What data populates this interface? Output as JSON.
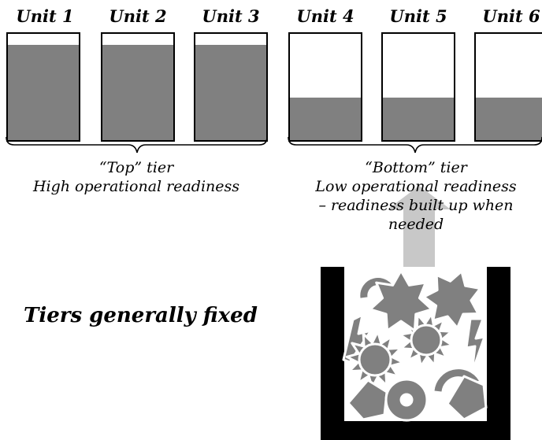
{
  "units": [
    {
      "label": "Unit 1",
      "readiness": 0.9
    },
    {
      "label": "Unit 2",
      "readiness": 0.9
    },
    {
      "label": "Unit 3",
      "readiness": 0.9
    },
    {
      "label": "Unit 4",
      "readiness": 0.4
    },
    {
      "label": "Unit 5",
      "readiness": 0.4
    },
    {
      "label": "Unit 6",
      "readiness": 0.4
    }
  ],
  "tiers": {
    "top": {
      "line1": "“Top” tier",
      "line2": "High operational readiness"
    },
    "bottom": {
      "line1": "“Bottom” tier",
      "line2": "Low operational readiness",
      "line3": "– readiness built up when",
      "line4": "needed"
    }
  },
  "fixed_note": "Tiers generally fixed",
  "colors": {
    "fill": "#808080",
    "arrow": "#c8c8c8",
    "bin": "#000000",
    "outline": "#ffffff"
  }
}
